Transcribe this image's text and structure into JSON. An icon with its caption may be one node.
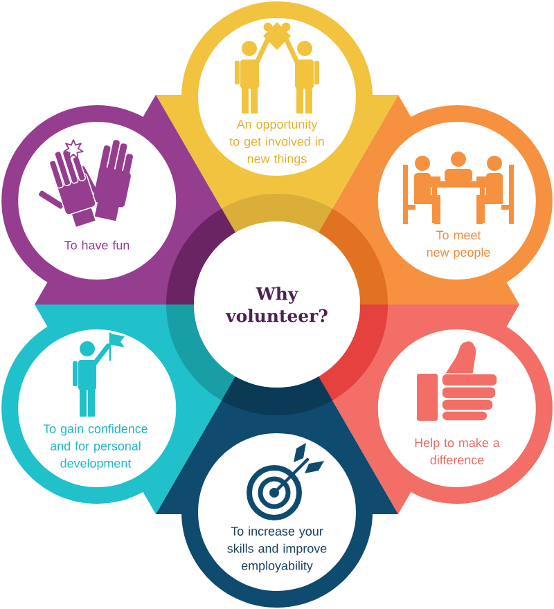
{
  "diagram": {
    "nodes": [
      {
        "text": [
          "An opportunity to get involved in new things"
        ]
      },
      {
        "text": [
          "To have fun"
        ]
      },
      {
        "text": [
          "To meet new people"
        ]
      },
      {
        "text": [
          "Why volunteer?"
        ]
      },
      {
        "text": [
          "To gain confidence and for personal development"
        ]
      },
      {
        "text": [
          "Help to make a difference"
        ]
      },
      {
        "text": [
          "To increase your skills and improve employability"
        ]
      }
    ]
  }
}
